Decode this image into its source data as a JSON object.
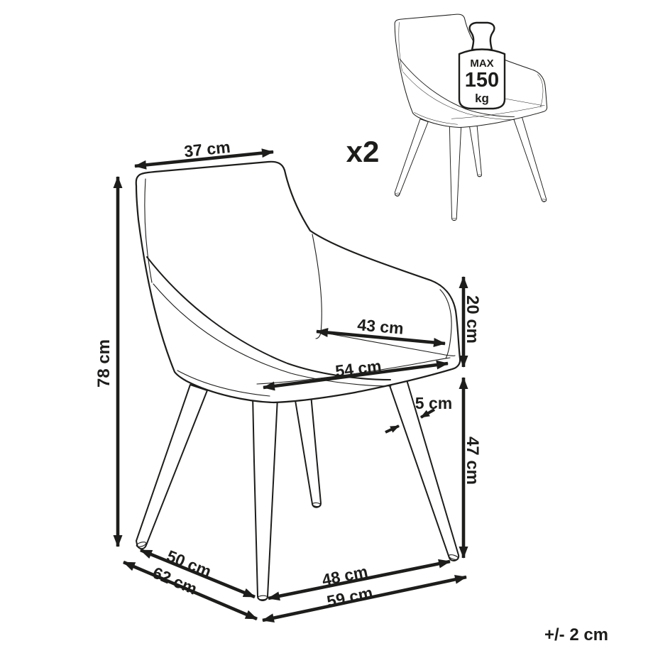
{
  "diagram": {
    "title": "chair-dimension-diagram",
    "quantity_label": "x2",
    "tolerance_label": "+/- 2 cm",
    "max_weight": {
      "line1": "MAX",
      "line2": "150",
      "line3": "kg"
    },
    "dimensions": {
      "back_width": "37 cm",
      "total_height": "78 cm",
      "seat_inner_width": "43 cm",
      "seat_width": "54 cm",
      "backrest_height": "20 cm",
      "leg_thickness": "5 cm",
      "leg_height": "47 cm",
      "seat_depth": "50 cm",
      "total_depth": "62 cm",
      "front_width": "48 cm",
      "total_width": "59 cm"
    },
    "colors": {
      "line": "#1d1d1b",
      "background": "#ffffff"
    }
  }
}
